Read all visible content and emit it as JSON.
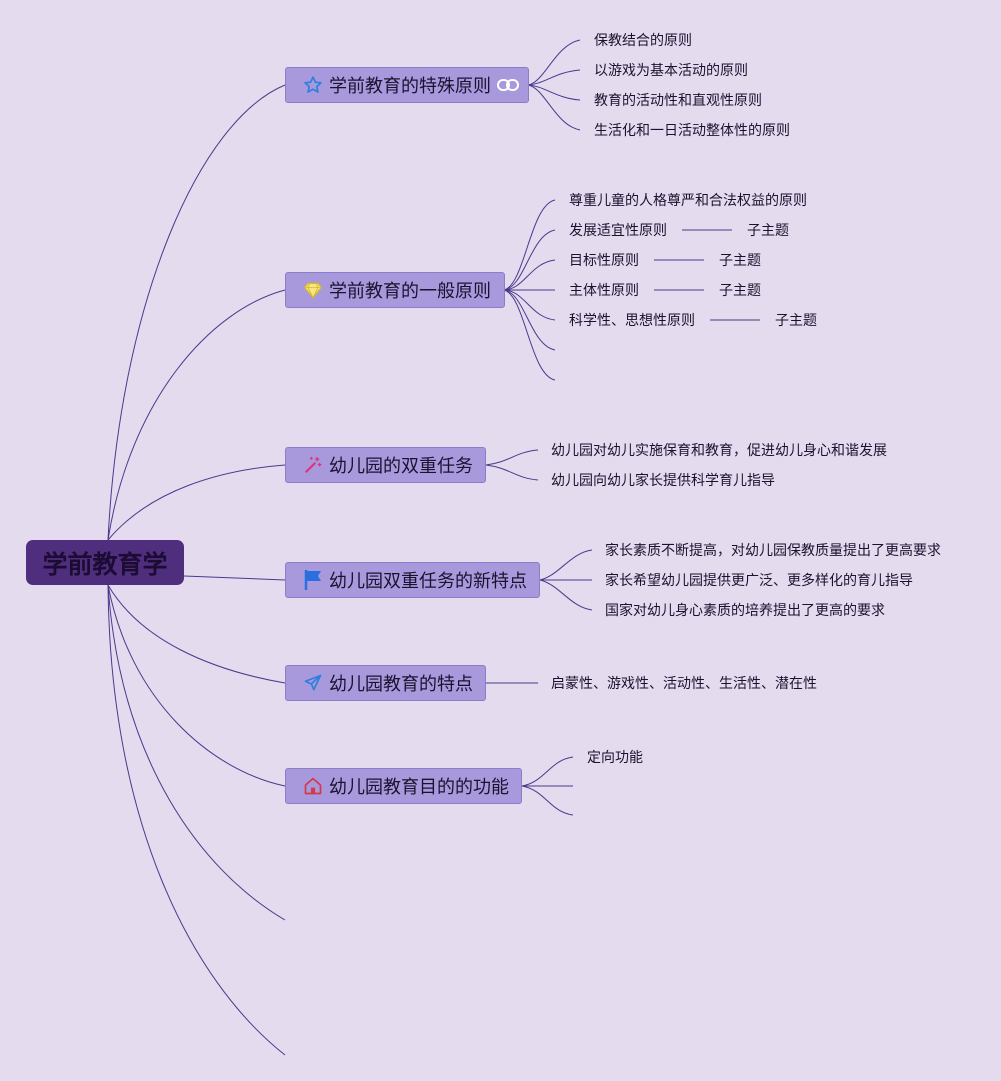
{
  "root": {
    "label": "学前教育学"
  },
  "colors": {
    "background": "#e4dbee",
    "root": "#4f2e7e",
    "topic": "#a898dc",
    "line": "#4a3a8c"
  },
  "topics": [
    {
      "label": "学前教育的特殊原则",
      "icon": "star-icon",
      "has_link": true,
      "children": [
        "保教结合的原则",
        "以游戏为基本活动的原则",
        "教育的活动性和直观性原则",
        "生活化和一日活动整体性的原则"
      ]
    },
    {
      "label": "学前教育的一般原则",
      "icon": "diamond-icon",
      "children": [
        "尊重儿童的人格尊严和合法权益的原则",
        "发展适宜性原则",
        "目标性原则",
        "主体性原则",
        "科学性、思想性原则",
        "",
        ""
      ],
      "subtopics": [
        "子主题",
        "子主题",
        "子主题",
        "子主题"
      ]
    },
    {
      "label": "幼儿园的双重任务",
      "icon": "magic-wand-icon",
      "children": [
        "幼儿园对幼儿实施保育和教育，促进幼儿身心和谐发展",
        "幼儿园向幼儿家长提供科学育儿指导"
      ]
    },
    {
      "label": "幼儿园双重任务的新特点",
      "icon": "flag-icon",
      "children": [
        "家长素质不断提高，对幼儿园保教质量提出了更高要求",
        "家长希望幼儿园提供更广泛、更多样化的育儿指导",
        "国家对幼儿身心素质的培养提出了更高的要求"
      ]
    },
    {
      "label": "幼儿园教育的特点",
      "icon": "paper-plane-icon",
      "children": [
        "启蒙性、游戏性、活动性、生活性、潜在性"
      ]
    },
    {
      "label": "幼儿园教育目的的功能",
      "icon": "house-icon",
      "children": [
        "定向功能",
        "",
        ""
      ]
    }
  ]
}
